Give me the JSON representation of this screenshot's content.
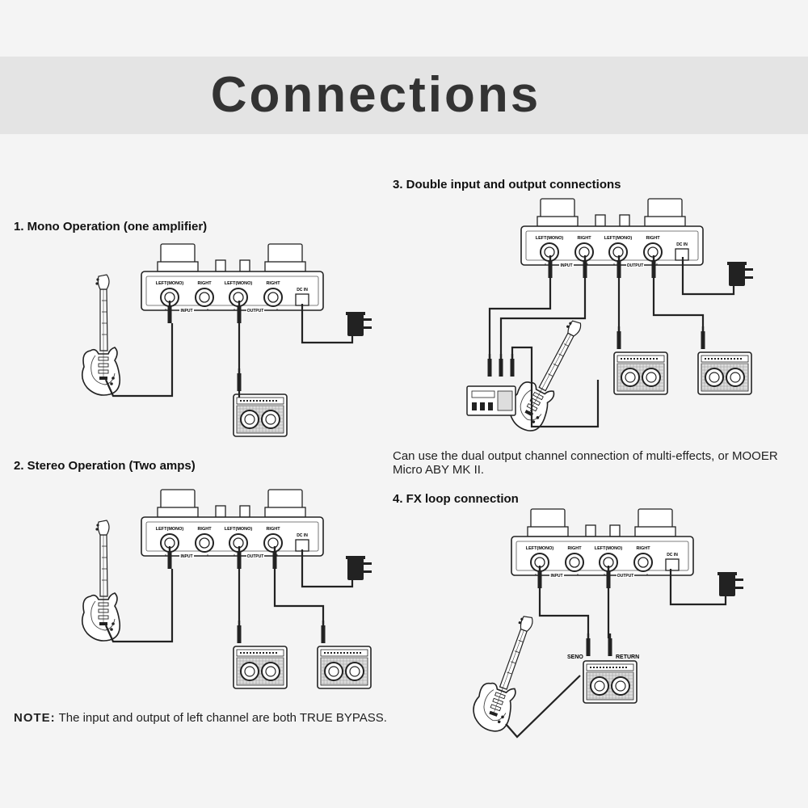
{
  "title": "Connections",
  "sections": [
    {
      "heading": "1. Mono Operation (one amplifier)"
    },
    {
      "heading": "2. Stereo Operation (Two amps)"
    },
    {
      "heading": "3. Double input and output connections"
    },
    {
      "heading": "4. FX loop connection"
    }
  ],
  "double_io_note": [
    "Can use the dual output channel connection of multi-effects, or MOOER",
    "Micro ABY MK II."
  ],
  "note": {
    "label": "NOTE:",
    "text": " The input and output of left channel are both TRUE BYPASS."
  },
  "pedal_labels": {
    "left_mono": "LEFT(MONO)",
    "right": "RIGHT",
    "input": "INPUT",
    "output": "OUTPUT",
    "dc_in": "DC IN"
  },
  "fx_loop_labels": {
    "send": "SENO",
    "return": "RETURN"
  },
  "colors": {
    "header_band": "#e4e4e4",
    "background": "#f4f4f4",
    "title": "#333333"
  }
}
